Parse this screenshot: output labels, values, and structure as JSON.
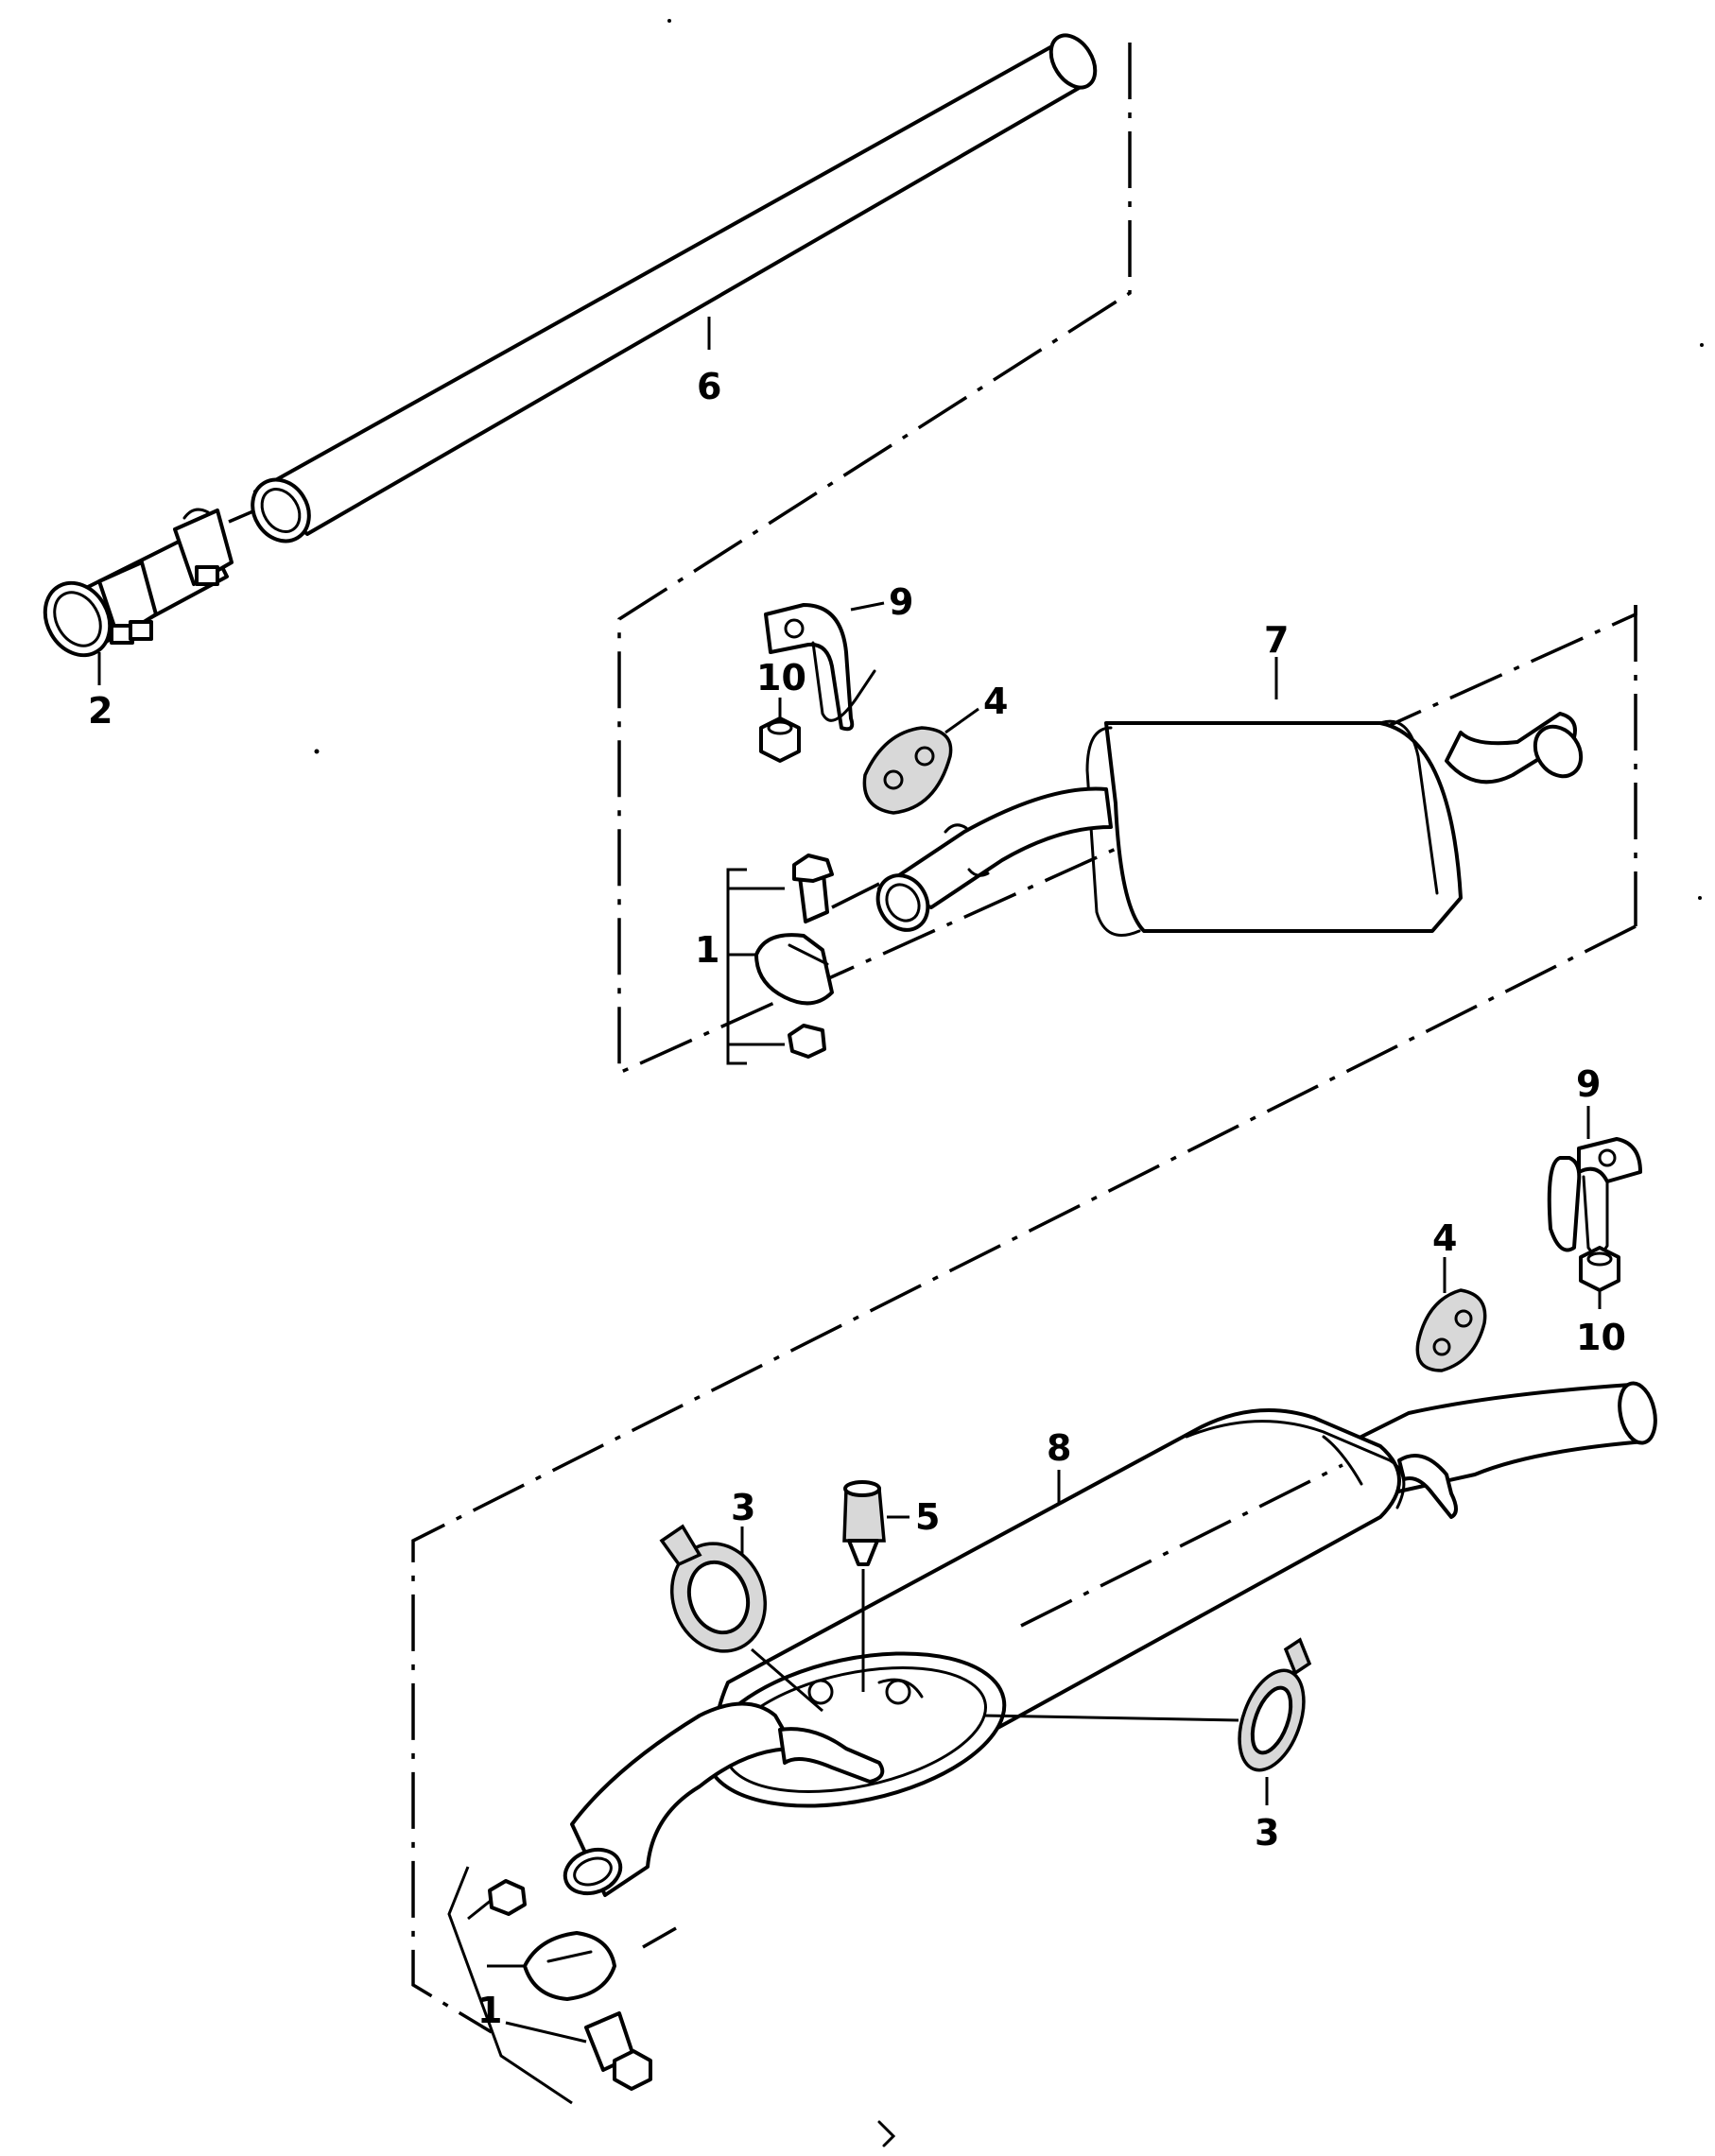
{
  "callouts": {
    "pipe_6": "6",
    "clamp_2": "2",
    "hanger_9_top": "9",
    "nut_10_top": "10",
    "mount_4_top": "4",
    "silencer_7": "7",
    "clamp_set_1_top": "1",
    "hanger_9_bottom": "9",
    "mount_4_bottom": "4",
    "nut_10_bottom": "10",
    "silencer_8": "8",
    "gasket_3_left": "3",
    "plug_5": "5",
    "gasket_3_right": "3",
    "clamp_set_1_bottom": "1"
  }
}
